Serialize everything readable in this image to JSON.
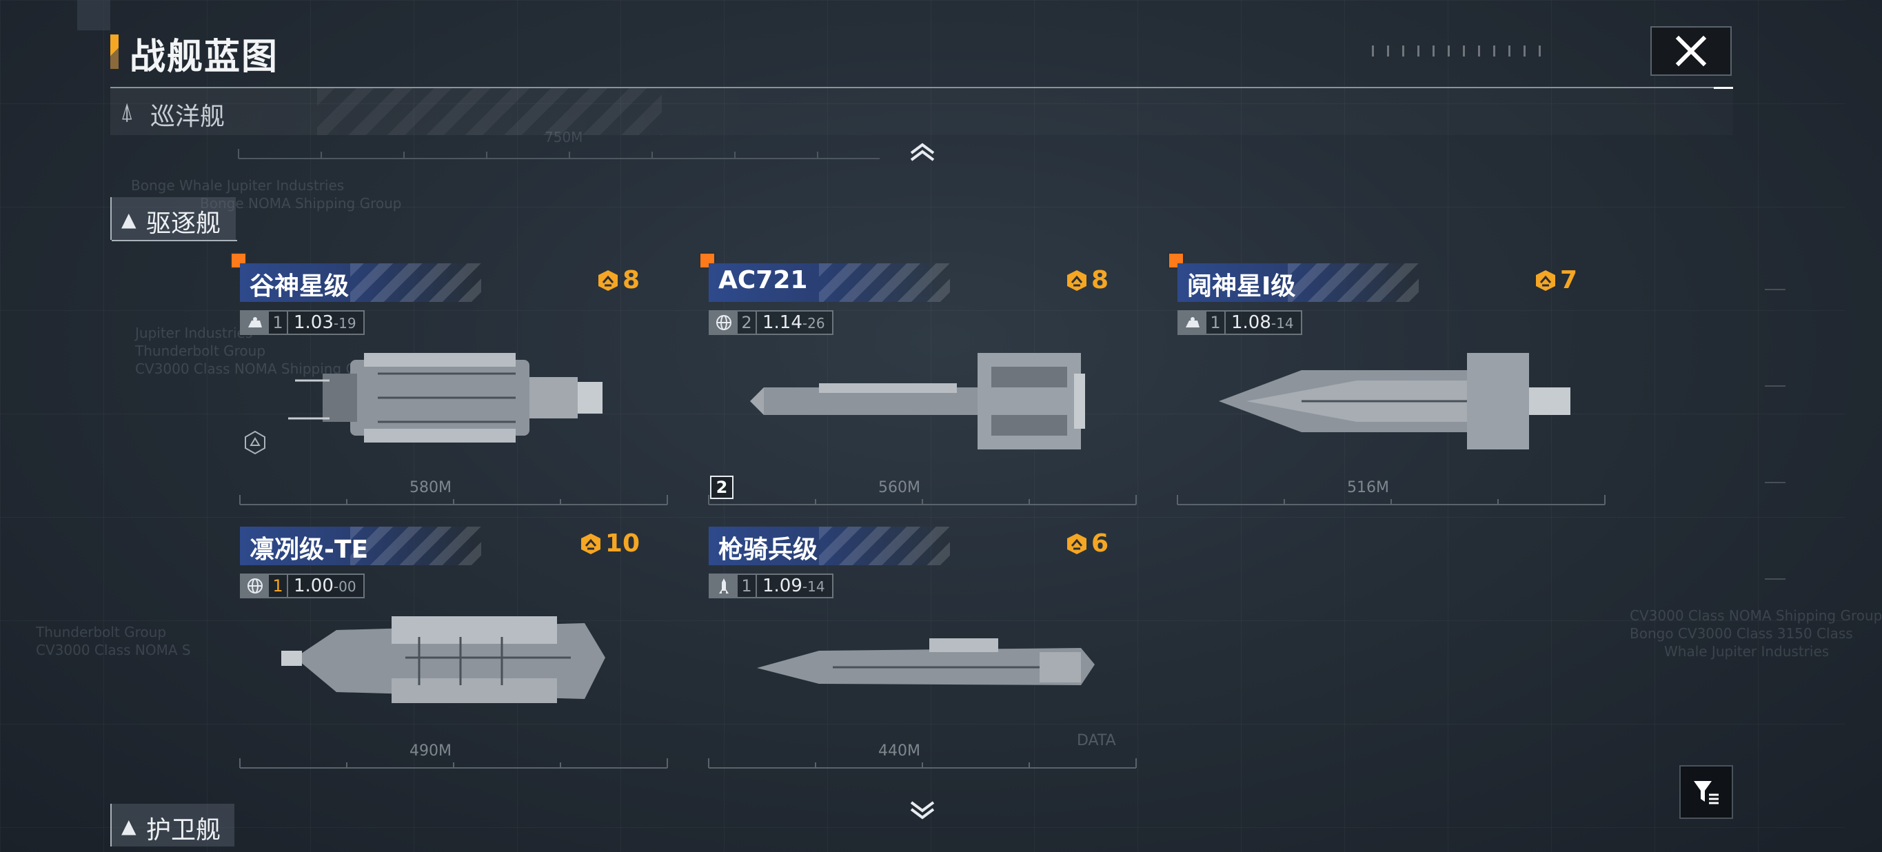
{
  "header": {
    "title": "战舰蓝图",
    "category_label": "巡洋舰"
  },
  "sections": {
    "destroyer": "驱逐舰",
    "frigate": "护卫舰"
  },
  "ships": [
    {
      "name": "谷神星级",
      "cost": "8",
      "type_icon": "carrier-icon",
      "level": "1",
      "version": "1.03",
      "version_sub": "19",
      "length": "580M",
      "selected": true
    },
    {
      "name": "AC721",
      "cost": "8",
      "type_icon": "globe-icon",
      "level": "2",
      "version": "1.14",
      "version_sub": "26",
      "length": "560M",
      "selected": true,
      "badge": "2"
    },
    {
      "name": "阋神星I级",
      "cost": "7",
      "type_icon": "carrier-icon",
      "level": "1",
      "version": "1.08",
      "version_sub": "14",
      "length": "516M",
      "selected": true
    },
    {
      "name": "凛冽级-TE",
      "cost": "10",
      "type_icon": "globe-icon",
      "level": "1",
      "version": "1.00",
      "version_sub": "00",
      "length": "490M",
      "selected": false
    },
    {
      "name": "枪骑兵级",
      "cost": "6",
      "type_icon": "missile-icon",
      "level": "1",
      "version": "1.09",
      "version_sub": "14",
      "length": "440M",
      "selected": false
    }
  ],
  "background_text": {
    "left_top": [
      "Bonge Whale Jupiter Industries",
      "Bonge NOMA Shipping Group"
    ],
    "left_mid": [
      "Jupiter Industries",
      "Thunderbolt Group",
      "CV3000 Class NOMA Shipping Group"
    ],
    "left_low": [
      "Thunderbolt Group",
      "CV3000 Class NOMA S"
    ],
    "right": [
      "CV3000 Class NOMA Shipping Group",
      "Bongo CV3000 Class 3150 Class",
      "Whale Jupiter Industries"
    ],
    "ruler_top": "750M",
    "data_tag": "DATA"
  },
  "colors": {
    "accent": "#f5a623",
    "select": "#ff7a1a",
    "name_bar": "#2e4a8c"
  }
}
